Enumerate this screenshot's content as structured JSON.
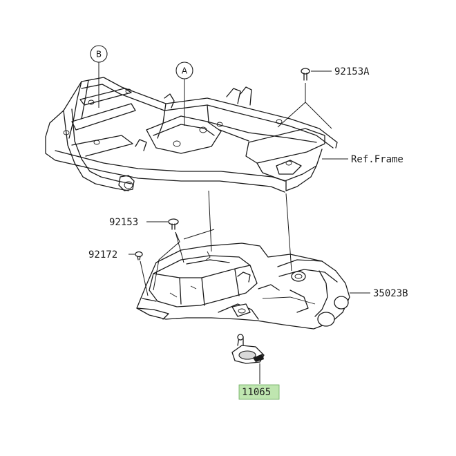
{
  "callouts": {
    "b": "B",
    "a": "A"
  },
  "labels": {
    "p92153a": "92153A",
    "ref_frame": "Ref.Frame",
    "p92153": "92153",
    "p92172": "92172",
    "p35023b": "35023B",
    "p11065": "11065"
  },
  "colors": {
    "line": "#1a1a1a",
    "highlight": "#bfe6b0"
  }
}
